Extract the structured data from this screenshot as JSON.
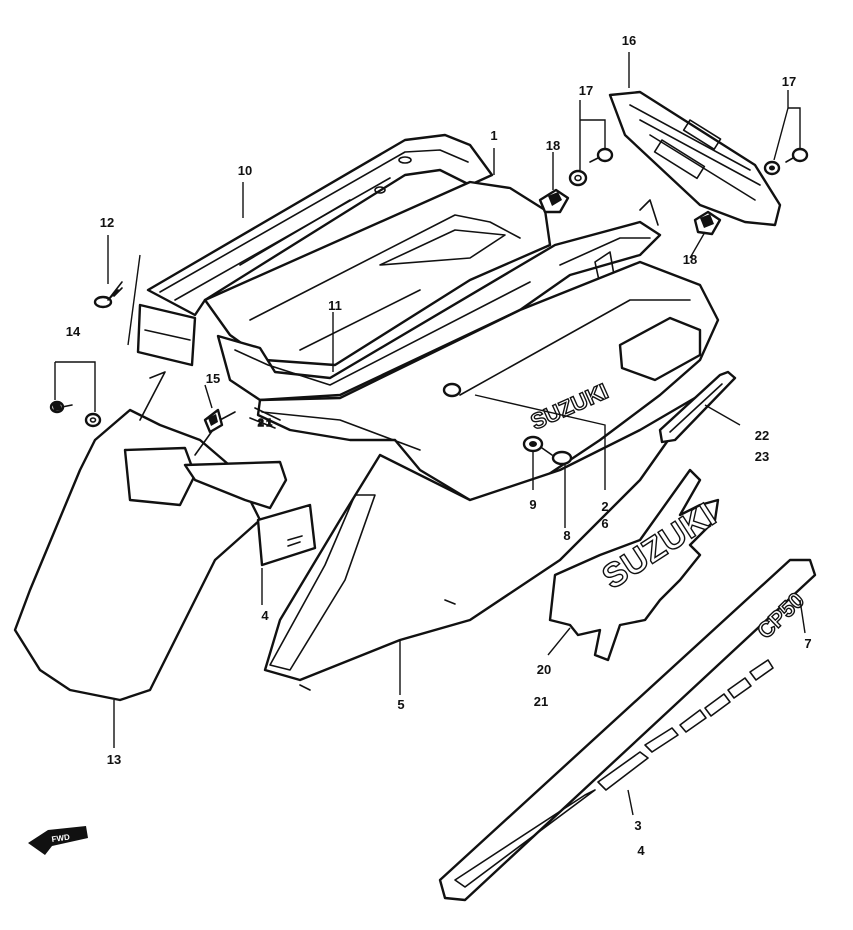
{
  "decals": {
    "brand_small": "SUZUKI",
    "brand_large": "SUZUKI",
    "model": "CP50",
    "arrow": "FWD"
  },
  "callouts": [
    {
      "id": "c1",
      "text": "1"
    },
    {
      "id": "c2",
      "text": "2"
    },
    {
      "id": "c3",
      "text": "3"
    },
    {
      "id": "c4a",
      "text": "4"
    },
    {
      "id": "c4b",
      "text": "4"
    },
    {
      "id": "c5",
      "text": "5"
    },
    {
      "id": "c6",
      "text": "6"
    },
    {
      "id": "c7",
      "text": "7"
    },
    {
      "id": "c8",
      "text": "8"
    },
    {
      "id": "c9",
      "text": "9"
    },
    {
      "id": "c10",
      "text": "10"
    },
    {
      "id": "c11",
      "text": "11"
    },
    {
      "id": "c12",
      "text": "12"
    },
    {
      "id": "c13",
      "text": "13"
    },
    {
      "id": "c14",
      "text": "14"
    },
    {
      "id": "c15",
      "text": "15"
    },
    {
      "id": "c16",
      "text": "16"
    },
    {
      "id": "c17a",
      "text": "17"
    },
    {
      "id": "c17b",
      "text": "17"
    },
    {
      "id": "c18a",
      "text": "18"
    },
    {
      "id": "c18b",
      "text": "18"
    },
    {
      "id": "c20",
      "text": "20"
    },
    {
      "id": "c21",
      "text": "21"
    },
    {
      "id": "c22",
      "text": "22"
    },
    {
      "id": "c23",
      "text": "23"
    }
  ]
}
